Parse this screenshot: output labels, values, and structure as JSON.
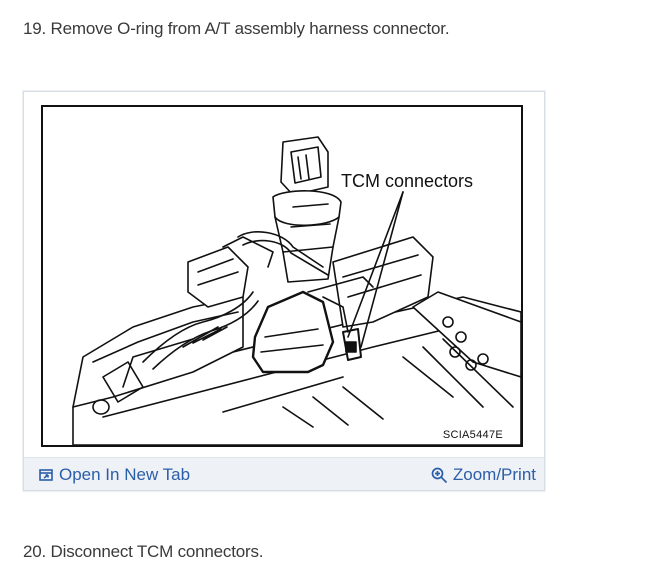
{
  "steps": {
    "step19": "19. Remove O-ring from A/T assembly harness connector.",
    "step20": "20. Disconnect TCM connectors."
  },
  "figure": {
    "callout": "TCM connectors",
    "code": "SCIA5447E"
  },
  "toolbar": {
    "open_tab_label": "Open In New Tab",
    "open_tab_icon": "open-external-icon",
    "zoom_label": "Zoom/Print",
    "zoom_icon": "zoom-in-icon",
    "link_color": "#2b5ea8"
  }
}
